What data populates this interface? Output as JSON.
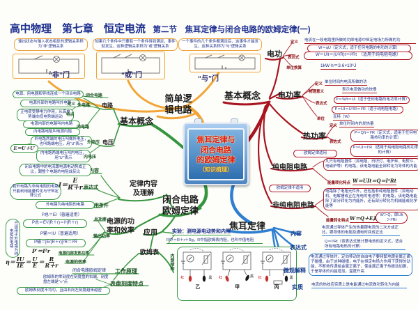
{
  "colors": {
    "orange": "#f2a537",
    "green": "#35953f",
    "red": "#a81420",
    "blue": "#2e7fd0",
    "title_navy": "#1d2f8f",
    "sign_red": "#e01818"
  },
  "title": {
    "part1": "高中物理　第七章　恒定电流",
    "part2": "第二节　焦耳定律与闭合电路的欧姆定律(一)"
  },
  "center": {
    "l1": "焦耳定律与",
    "l2": "闭合电路",
    "l3": "的欧姆定律",
    "l4": "（知识梳理）"
  },
  "logic": {
    "node1": "简单逻",
    "node2": "辑电路",
    "gates": [
      {
        "desc": "输出状态与输入状态相反的逻辑关系称为“非”逻辑关系",
        "cap": "“非”门"
      },
      {
        "desc": "如果几个条件中只要有一个条件得到满足，事件就发生，这种逻辑关系称为“或”逻辑关系",
        "cap": "“或”门"
      },
      {
        "desc": "一个事件的几个条件都满足后，这事件才能发生，这种关系称为“与”逻辑关系",
        "cap": "“与”门"
      }
    ]
  },
  "concepts_left": {
    "node": "基本概念",
    "circuit": "电路",
    "voltage": "电压",
    "closed": "电源、用电器和导线连成一个闭合电路",
    "closed_lbl": "闭合电路",
    "outer_def": "电源外部的电路叫外电路",
    "def_lbl": "定义",
    "outer_lbl": "外电路",
    "outer_feat": "正电荷受静电力作用，从高电势端向低电势端运动",
    "feat_lbl": "特点",
    "inner_def": "电源内部的电路叫内电路",
    "inner_lbl": "内电路",
    "inner_res": "内电路电阻叫电源内阻",
    "u_out": "外电路两端的电压叫做外电压，也叫路端电压，用“U”表示",
    "u_out_lbl": "外电压",
    "u_in": "内电路两端电压叫内电压，用“U′”表示",
    "u_in_lbl": "内电压",
    "emf": "E＝U＋U′"
  },
  "ohm": {
    "node1": "闭合电路",
    "node2": "欧姆定律",
    "law1": "定律内容",
    "law2": "及理解",
    "content_lbl": "内容",
    "content": "闭合电路中的电流跟电源电动势成正比，跟整个电路的电阻成反比",
    "expr_lbl": "表达式",
    "i_pre": "I＝",
    "i_num": "E",
    "i_den": "R＋r",
    "cloud": "若外电路为非纯电阻的电路只能利用能量转化与守恒定律公式",
    "cond_lbl": "适用条件",
    "cond": "外电路为纯电阻的电路",
    "power_node1": "电源的功",
    "power_node2": "率和效率",
    "p_total": "P总＝EI（普遍适用）",
    "p_total_lbl": "总功率",
    "p_total2": "P总＝E²/(R＋r)＝I²(R＋r)",
    "p_out": "P输＝IU（普遍适用）",
    "p_out_lbl": "输出功率",
    "p_out2": "P输＝[E/(R＋r)]²R＝I²R",
    "p_heat": "P′＝I²r",
    "p_heat_lbl": "电源内部发热功率",
    "eff_pre": "η＝",
    "eff_n1": "IU",
    "eff_d1": "IE",
    "eq1": "＝",
    "eff_n2": "U",
    "eff_d2": "E",
    "eq2": "＝",
    "eff_n3": "R",
    "eff_d3": "R＋r",
    "eff_lbl": "电源的效率",
    "vert_cloud": "只适用于外电路为纯电阻的电路",
    "apply": "应用",
    "exp": "实验：测电源电动势和内阻",
    "exp_note": "R中＝R＋r＋Rg，R中指欧姆表内阻，也叫中值电阻",
    "internal": "内部结构",
    "probe_red": "红",
    "probe_black": "黑",
    "circuits": [
      {
        "cap": "乙"
      },
      {
        "cap": "甲"
      },
      {
        "cap": "丙"
      }
    ],
    "ohmmeter": "欧姆表",
    "principle_lbl": "工作原理",
    "principle": "闭合电路欧姆定律",
    "dial_lbl": "表盘刻度特点",
    "dial1": "欧姆表的零刻度在刻度盘的右端，刻度盘左端是“∞”点",
    "dial2": "欧姆表刻度不均匀，且由右向左刻度越来越密"
  },
  "concepts_right": {
    "node": "基本概念",
    "work_node": "电功",
    "def_lbl": "定义",
    "work_def": "电流在一段电路里所做的功即电源中恒定电场力所做的功",
    "work_f1": "W＝qU（定义式，适于任何电路的电功的计算）",
    "expr_lbl": "表达式",
    "work_f2": "W＝UIt＝(U²/R)t＝I²Rt　（适用于纯电阻电路）",
    "unit_conv_lbl": "单位换算",
    "unit_conv": "1kW·h＝3.6×10⁶J",
    "power_node": "电功率",
    "p_def": "单位时间内电流所做的功",
    "meaning_lbl": "物理意义",
    "p_meaning": "表示电流做功的快慢",
    "p_f1": "P＝W/t＝UI（适于任何电路的电功率计算）",
    "p_f2": "P＝UI＝U²/R＝I²R（适于纯电阻电路）",
    "unit_lbl": "单位",
    "p_unit": "瓦特（W）",
    "heat_node": "热功率",
    "h_def": "单位时间内的发热量",
    "h_f1": "P＝Q/t＝I²R（定义式，适用于任何电路热功率的计算）",
    "h_f2": "P＝UI＝I²R（适用于纯电阻电路热功率的计算）",
    "ohm_ok": "欧姆定律适用",
    "pure_node": "纯电阻电路",
    "pure_desc": "凡只有电阻器件（如电阻、白炽灯、电炉丝、电熨斗、电磁炉等）的电路，该电路电能全部转化为导体的内能",
    "energy_lbl": "能量转化特点",
    "pure_f": "W＝UIt＝Q＝I²Rt",
    "ohm_no": "欧姆定律不适用",
    "impure_node": "非纯电阻电路",
    "impure_desc": "电路除了电阻元件外，还包括非纯电阻器件（如电动机、电解槽或正在充电的电池等）的电路，该电路电能除了部分转化为内能外，还有部分转化为机械能或化学能等",
    "impure_f": "W＝Q＋E其他",
    "impure_cloud": "W＞Q，即UIt＞I²Rt"
  },
  "joule": {
    "node": "焦耳定律",
    "content_lbl": "内容",
    "content": "电流通过导体产生的热量跟电流的二次方成正比，跟导体的电阻及通电时间成正比",
    "expr_lbl": "表达式",
    "expr": "Q＝I²Rt（该表达式是计算电热的定义式，适合所有电路电热的计算）",
    "micro_lbl": "微观解释",
    "micro": "电流通过导体时，定向移动的自由电子要频繁地跟金属正离子碰撞，由于这种碰撞，电子在恒定电场力作用下获得的动能，不断地传递给金属正离子，使金属正离子热振动加剧，于是导体的内能增加，温度升高",
    "essence_lbl": "实质",
    "essence": "电流的热效应实质上是电能通过电流做功转化为内能"
  }
}
